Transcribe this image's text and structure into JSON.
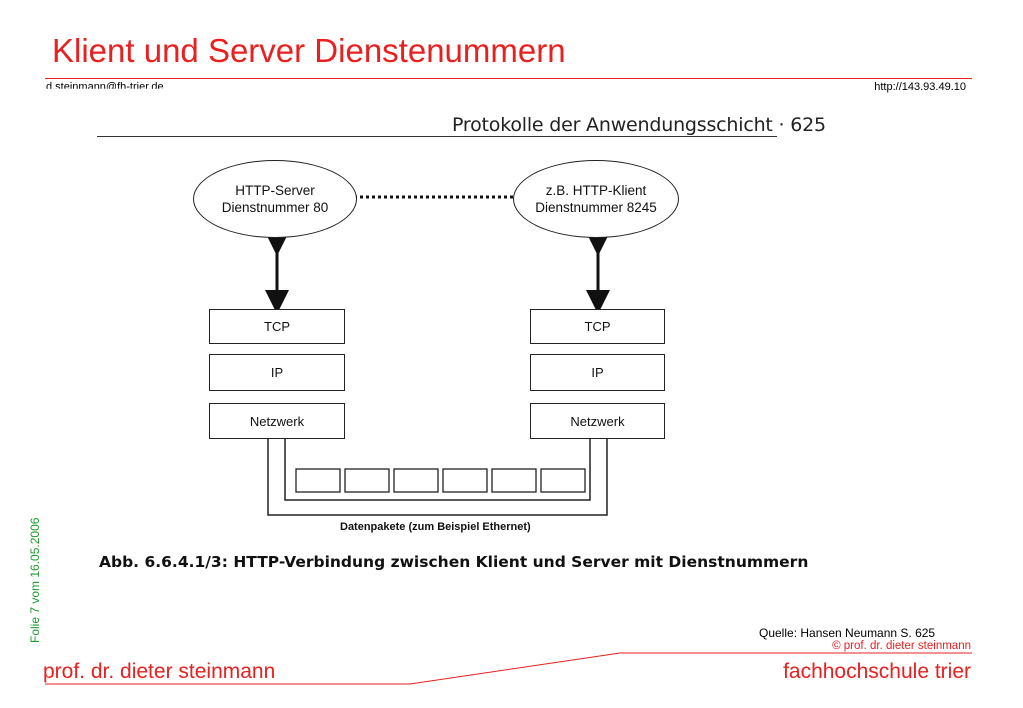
{
  "slide": {
    "title": "Klient und Server Dienstenummern",
    "email": "d.steinmann@fh-trier.de",
    "url": "http://143.93.49.10",
    "side_label": "Folie 7 vom 16.05.2006",
    "source": "Quelle: Hansen Neumann S. 625",
    "copyright": "© prof. dr. dieter steinmann",
    "footer_left": "prof. dr. dieter steinmann",
    "footer_right": "fachhochschule trier"
  },
  "figure": {
    "page_header": "Protokolle der Anwendungsschicht  ·  625",
    "server": {
      "line1": "HTTP-Server",
      "line2": "Dienstnummer 80"
    },
    "client": {
      "line1": "z.B. HTTP-Klient",
      "line2": "Dienstnummer 8245"
    },
    "left_stack": [
      "TCP",
      "IP",
      "Netzwerk"
    ],
    "right_stack": [
      "TCP",
      "IP",
      "Netzwerk"
    ],
    "bus_label": "Datenpakete (zum Beispiel Ethernet)",
    "caption": "Abb. 6.6.4.1/3: HTTP-Verbindung zwischen Klient und Server mit Dienstnummern"
  },
  "colors": {
    "accent": "#e8201f",
    "side_label": "#1e9a2d"
  }
}
